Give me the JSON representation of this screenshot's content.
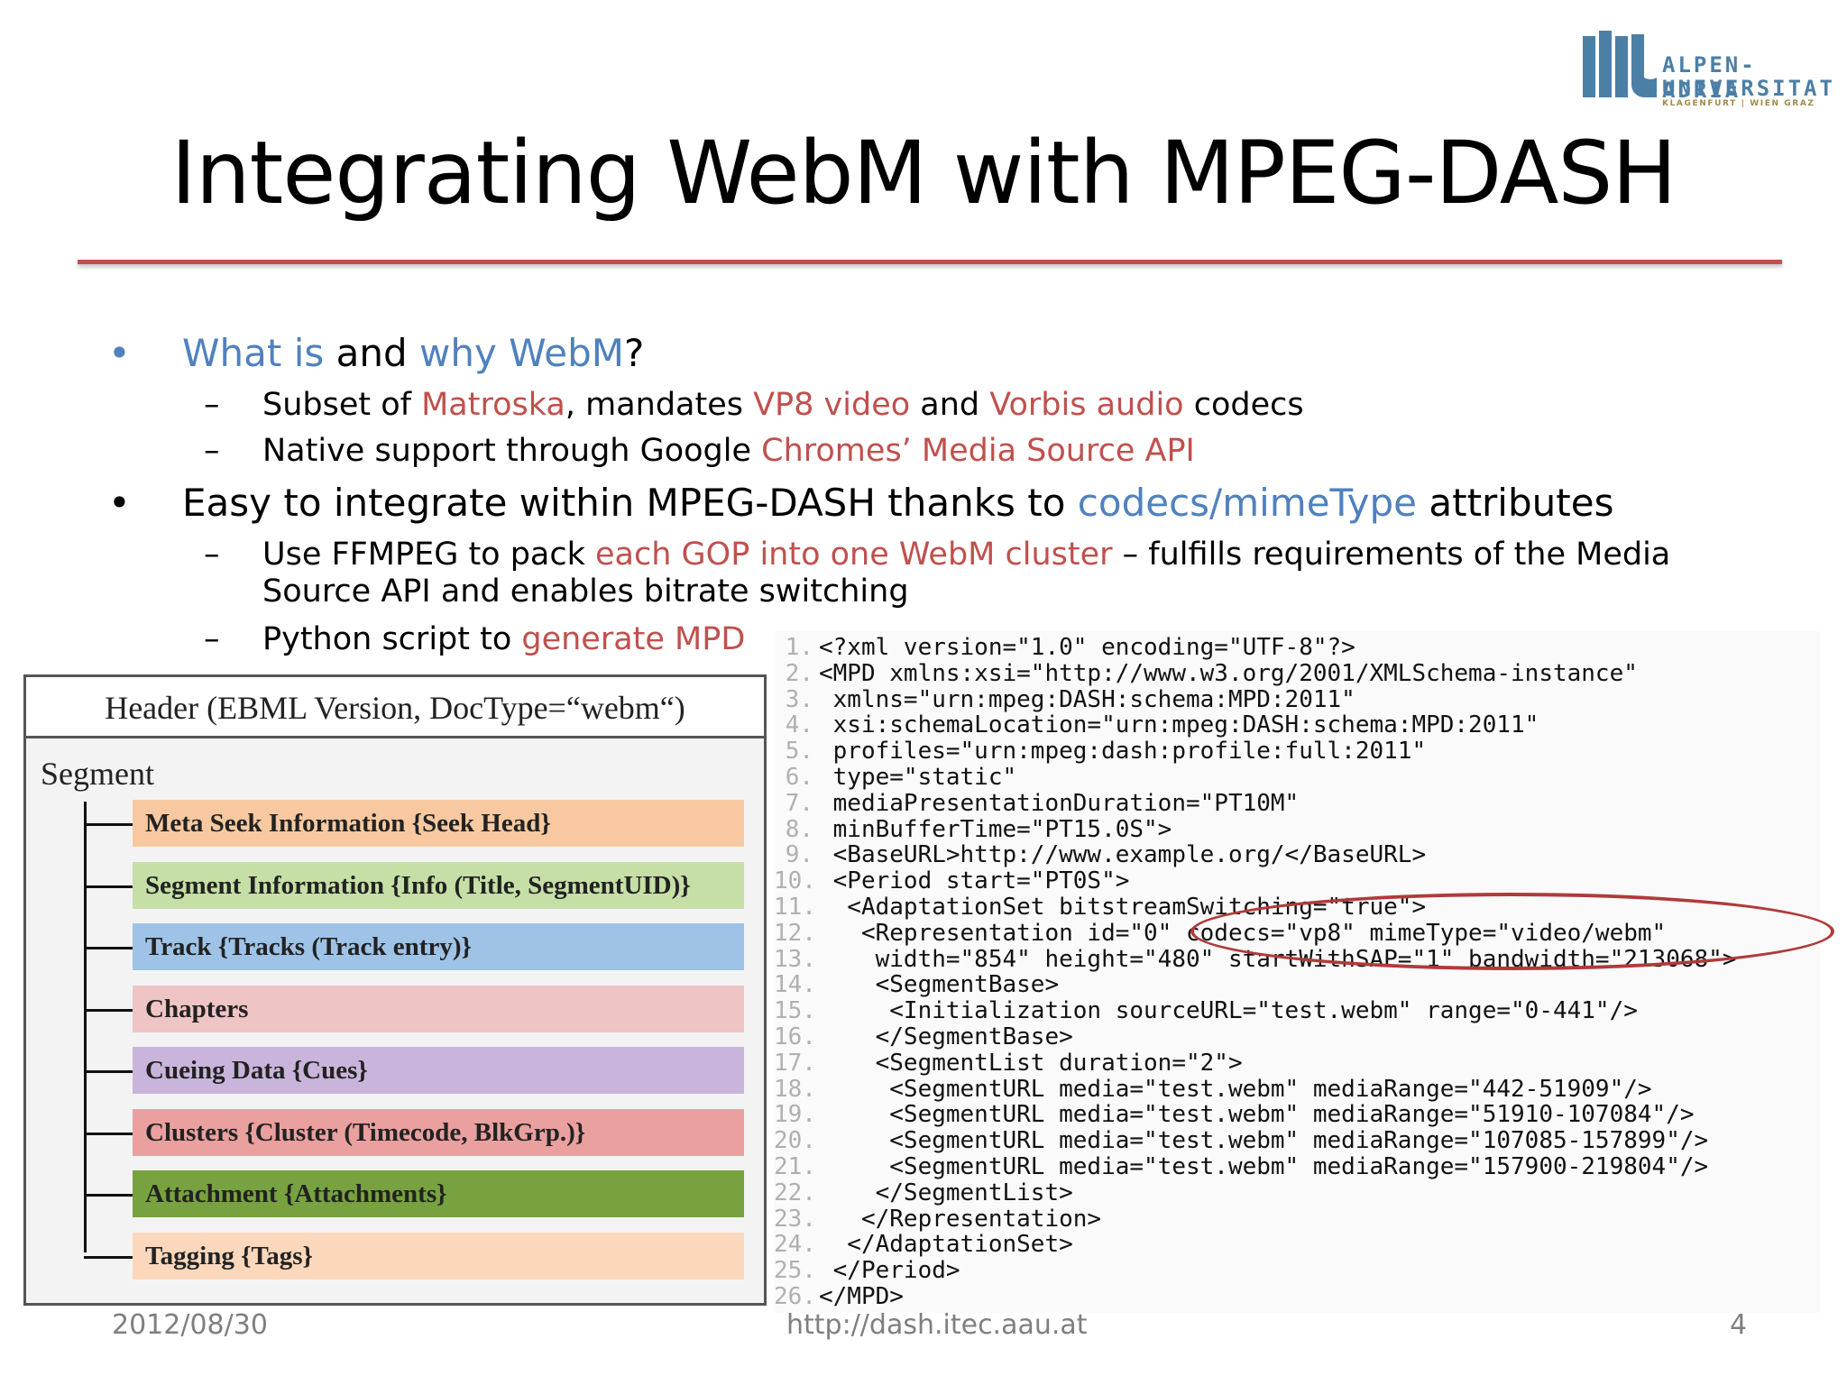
{
  "logo": {
    "line1": "ALPEN-ADRIA",
    "line2": "UNIVERSITAT",
    "line3": "KLAGENFURT | WIEN GRAZ",
    "color": "#4c7fa6"
  },
  "title": "Integrating WebM with MPEG-DASH",
  "bullets": {
    "b1": {
      "p1": "What is",
      "p2": " and ",
      "p3": "why WebM",
      "p4": "?"
    },
    "b1_1": {
      "p1": "Subset of ",
      "p2": "Matroska",
      "p3": ", mandates ",
      "p4": "VP8 video",
      "p5": " and ",
      "p6": "Vorbis audio",
      "p7": " codecs"
    },
    "b1_2": {
      "p1": "Native support through Google ",
      "p2": "Chromes’ Media Source API"
    },
    "b2": {
      "p1": "Easy to integrate within MPEG-DASH thanks to ",
      "p2": "codecs/mimeType",
      "p3": " attributes"
    },
    "b2_1": {
      "p1": "Use FFMPEG to pack ",
      "p2": "each GOP into one WebM cluster",
      "p3": " – fulfills requirements of the Media",
      "p4": "Source API and enables bitrate switching"
    },
    "b2_2": {
      "p1": "Python script to ",
      "p2": "generate MPD"
    },
    "bullet_char": "•",
    "dash_char": "–"
  },
  "diagram": {
    "header": "Header (EBML Version, DocType=“webm“)",
    "segment": "Segment",
    "items": [
      {
        "label": "Meta Seek Information {Seek Head}",
        "color": "#f8c9a0"
      },
      {
        "label": "Segment Information {Info (Title, SegmentUID)}",
        "color": "#c6dfa6"
      },
      {
        "label": "Track {Tracks (Track entry)}",
        "color": "#9fc3e7"
      },
      {
        "label": "Chapters",
        "color": "#efc4c4"
      },
      {
        "label": "Cueing Data {Cues}",
        "color": "#c9b5db"
      },
      {
        "label": "Clusters {Cluster (Timecode, BlkGrp.)}",
        "color": "#e9a09f"
      },
      {
        "label": "Attachment {Attachments}",
        "color": "#77a23f"
      },
      {
        "label": "Tagging {Tags}",
        "color": "#fbd8bc"
      }
    ]
  },
  "code": {
    "lines": [
      {
        "n": "1.",
        "t": "<?xml version=\"1.0\" encoding=\"UTF-8\"?>"
      },
      {
        "n": "2.",
        "t": "<MPD xmlns:xsi=\"http://www.w3.org/2001/XMLSchema-instance\""
      },
      {
        "n": "3.",
        "t": " xmlns=\"urn:mpeg:DASH:schema:MPD:2011\""
      },
      {
        "n": "4.",
        "t": " xsi:schemaLocation=\"urn:mpeg:DASH:schema:MPD:2011\""
      },
      {
        "n": "5.",
        "t": " profiles=\"urn:mpeg:dash:profile:full:2011\""
      },
      {
        "n": "6.",
        "t": " type=\"static\""
      },
      {
        "n": "7.",
        "t": " mediaPresentationDuration=\"PT10M\""
      },
      {
        "n": "8.",
        "t": " minBufferTime=\"PT15.0S\">"
      },
      {
        "n": "9.",
        "t": " <BaseURL>http://www.example.org/</BaseURL>"
      },
      {
        "n": "10.",
        "t": " <Period start=\"PT0S\">"
      },
      {
        "n": "11.",
        "t": "  <AdaptationSet bitstreamSwitching=\"true\">"
      },
      {
        "n": "12.",
        "t": "   <Representation id=\"0\" codecs=\"vp8\" mimeType=\"video/webm\""
      },
      {
        "n": "13.",
        "t": "    width=\"854\" height=\"480\" startWithSAP=\"1\" bandwidth=\"213068\">"
      },
      {
        "n": "14.",
        "t": "    <SegmentBase>"
      },
      {
        "n": "15.",
        "t": "     <Initialization sourceURL=\"test.webm\" range=\"0-441\"/>"
      },
      {
        "n": "16.",
        "t": "    </SegmentBase>"
      },
      {
        "n": "17.",
        "t": "    <SegmentList duration=\"2\">"
      },
      {
        "n": "18.",
        "t": "     <SegmentURL media=\"test.webm\" mediaRange=\"442-51909\"/>"
      },
      {
        "n": "19.",
        "t": "     <SegmentURL media=\"test.webm\" mediaRange=\"51910-107084\"/>"
      },
      {
        "n": "20.",
        "t": "     <SegmentURL media=\"test.webm\" mediaRange=\"107085-157899\"/>"
      },
      {
        "n": "21.",
        "t": "     <SegmentURL media=\"test.webm\" mediaRange=\"157900-219804\"/>"
      },
      {
        "n": "22.",
        "t": "    </SegmentList>"
      },
      {
        "n": "23.",
        "t": "   </Representation>"
      },
      {
        "n": "24.",
        "t": "  </AdaptationSet>"
      },
      {
        "n": "25.",
        "t": " </Period>"
      },
      {
        "n": "26.",
        "t": "</MPD>"
      }
    ]
  },
  "footer": {
    "date": "2012/08/30",
    "url": "http://dash.itec.aau.at",
    "page": "4"
  },
  "colors": {
    "accent_red": "#c0504d",
    "accent_blue": "#4f81bd",
    "footer_gray": "#7f7f7f"
  }
}
